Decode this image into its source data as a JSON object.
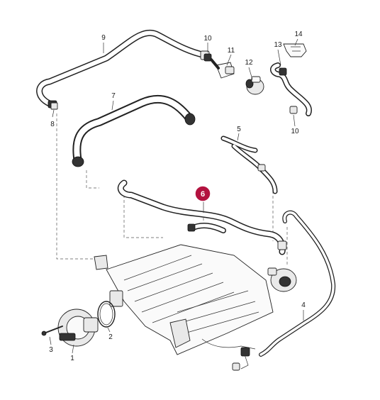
{
  "diagram": {
    "highlight_color": "#b3123f",
    "line_color": "#222222",
    "highlighted_part": "6",
    "parts": [
      {
        "number": "1",
        "label": "1"
      },
      {
        "number": "2",
        "label": "2"
      },
      {
        "number": "3",
        "label": "3"
      },
      {
        "number": "4",
        "label": "4"
      },
      {
        "number": "5",
        "label": "5"
      },
      {
        "number": "6",
        "label": "6"
      },
      {
        "number": "7",
        "label": "7"
      },
      {
        "number": "8",
        "label": "8"
      },
      {
        "number": "9",
        "label": "9"
      },
      {
        "number": "10a",
        "label": "10"
      },
      {
        "number": "10b",
        "label": "10"
      },
      {
        "number": "11",
        "label": "11"
      },
      {
        "number": "12",
        "label": "12"
      },
      {
        "number": "13",
        "label": "13"
      },
      {
        "number": "14",
        "label": "14"
      }
    ]
  }
}
